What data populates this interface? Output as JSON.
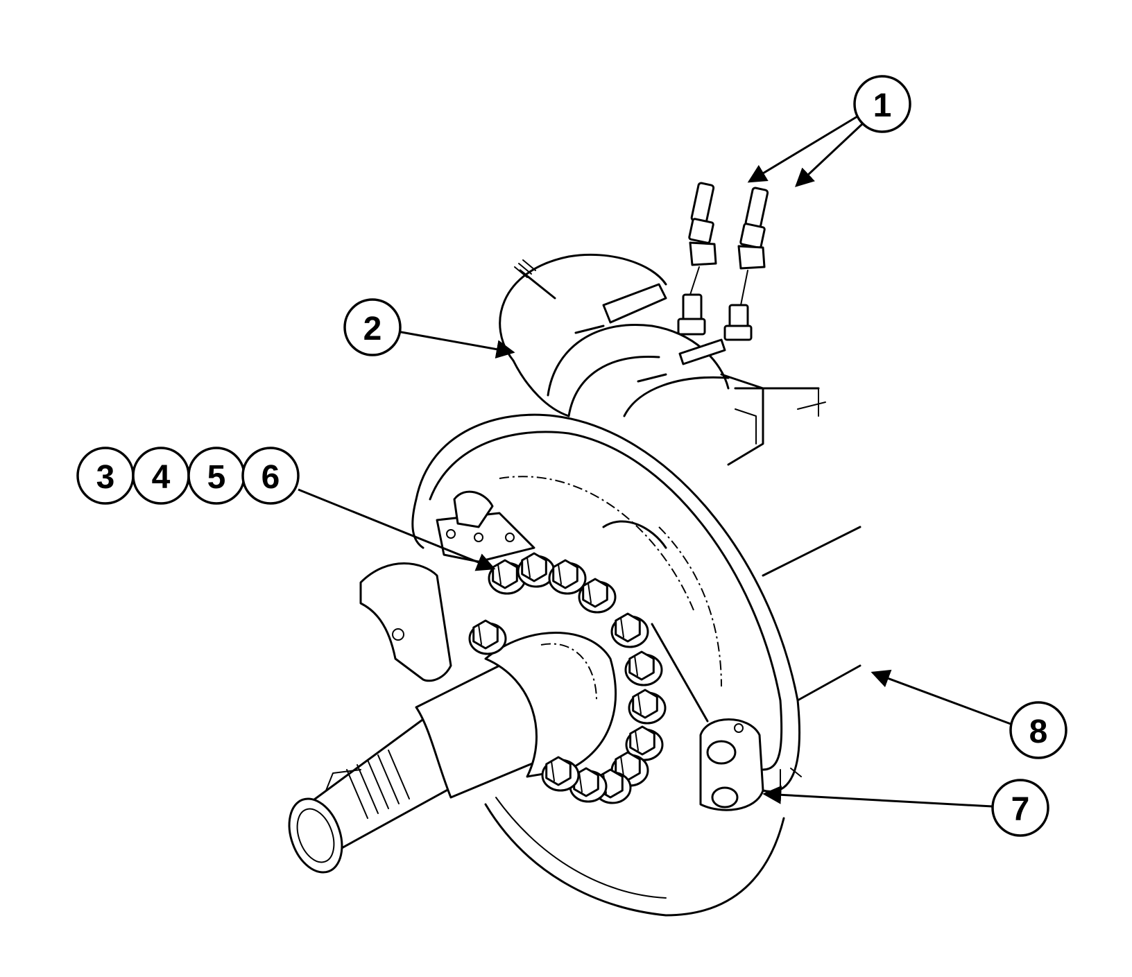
{
  "callouts": [
    {
      "id": "c1",
      "label": "1"
    },
    {
      "id": "c2",
      "label": "2"
    },
    {
      "id": "c3",
      "label": "3"
    },
    {
      "id": "c4",
      "label": "4"
    },
    {
      "id": "c5",
      "label": "5"
    },
    {
      "id": "c6",
      "label": "6"
    },
    {
      "id": "c7",
      "label": "7"
    },
    {
      "id": "c8",
      "label": "8"
    }
  ],
  "colors": {
    "ink": "#000000",
    "paper": "#ffffff"
  }
}
